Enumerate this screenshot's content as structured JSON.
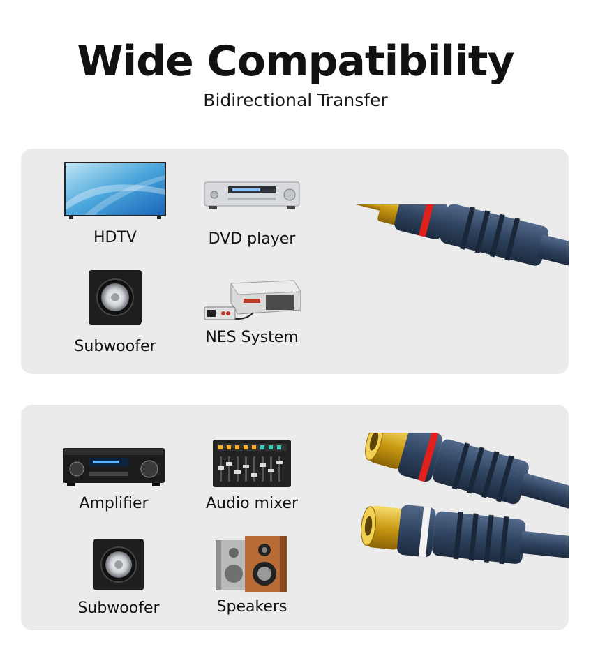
{
  "header": {
    "title": "Wide Compatibility",
    "subtitle": "Bidirectional Transfer"
  },
  "top_panel": {
    "devices": [
      {
        "label": "HDTV",
        "icon": "tv-icon"
      },
      {
        "label": "DVD player",
        "icon": "dvd-player-icon"
      },
      {
        "label": "Subwoofer",
        "icon": "subwoofer-icon"
      },
      {
        "label": "NES System",
        "icon": "game-console-icon"
      }
    ],
    "connector": "rca-male-plug"
  },
  "bottom_panel": {
    "devices": [
      {
        "label": "Amplifier",
        "icon": "amplifier-icon"
      },
      {
        "label": "Audio mixer",
        "icon": "audio-mixer-icon"
      },
      {
        "label": "Subwoofer",
        "icon": "subwoofer-icon"
      },
      {
        "label": "Speakers",
        "icon": "speakers-icon"
      }
    ],
    "connector": "rca-female-jacks"
  },
  "colors": {
    "panel": "#ebebeb",
    "cable": "#2f4460",
    "gold": "#d4a21c",
    "red_band": "#e0201a",
    "white_band": "#f2f2f2"
  }
}
